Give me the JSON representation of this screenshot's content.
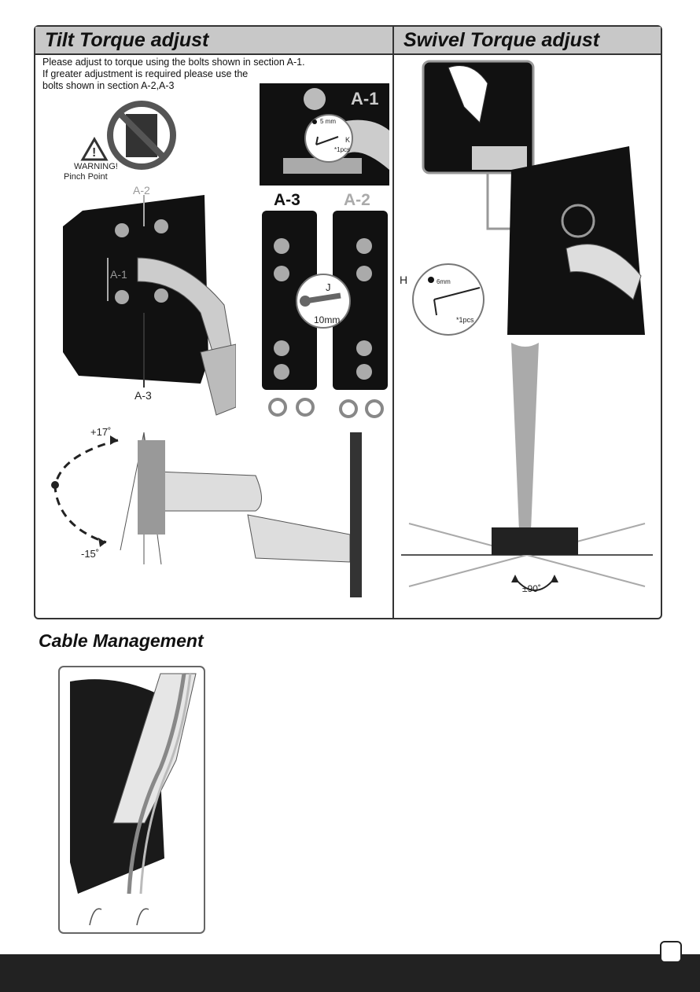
{
  "headers": {
    "tilt": "Tilt Torque adjust",
    "swivel": "Swivel Torque adjust",
    "cable": "Cable Management"
  },
  "tilt": {
    "instructions": [
      "Please adjust to torque using the bolts shown in section A-1.",
      "If greater adjustment is required please use the",
      "bolts shown in section A-2,A-3"
    ],
    "warning_title": "WARNING!",
    "warning_sub": "Pinch Point",
    "label_a2": "A-2",
    "label_a1": "A-1",
    "label_a3": "A-3",
    "box_a1_title": "A-1",
    "box_a3_title": "A-3",
    "box_a2_title": "A-2",
    "tool_k_size": "5 mm",
    "tool_k_letter": "K",
    "tool_k_qty": "*1pcs",
    "tool_j_letter": "J",
    "tool_j_size": "10mm",
    "angle_up": "+17˚",
    "angle_down": "-15˚"
  },
  "swivel": {
    "tool_h_letter": "H",
    "tool_h_size": "6mm",
    "tool_h_qty": "*1pcs",
    "angle": "±90˚"
  },
  "colors": {
    "header_bg": "#c8c8c8",
    "footer_bg": "#222222",
    "frame": "#333333"
  }
}
